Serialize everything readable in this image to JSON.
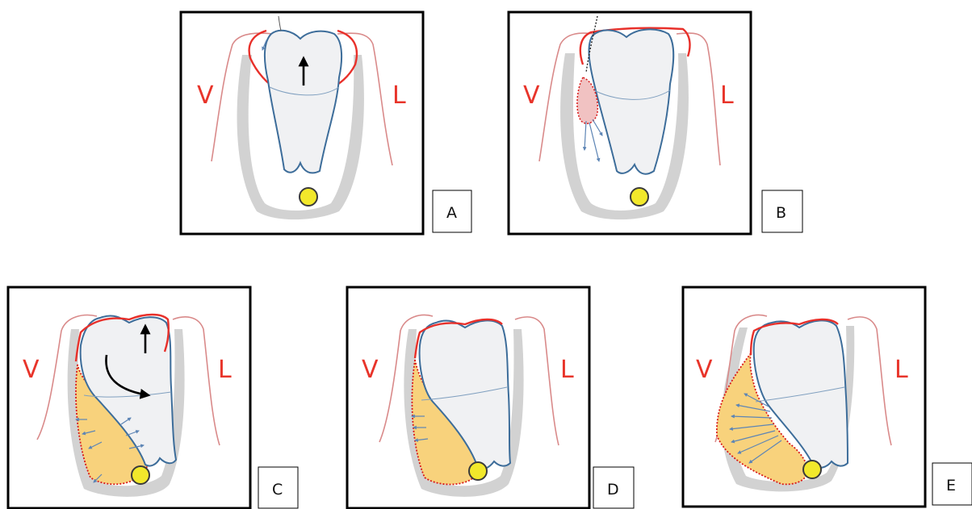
{
  "sides": {
    "vestibular": "V",
    "lingual": "L"
  },
  "panels": [
    {
      "id": "A",
      "label": "A",
      "tooth_motion": "extrusion"
    },
    {
      "id": "B",
      "label": "B",
      "tooth_motion": "none"
    },
    {
      "id": "C",
      "label": "C",
      "tooth_motion": "extrusion-rotation"
    },
    {
      "id": "D",
      "label": "D",
      "tooth_motion": "none"
    },
    {
      "id": "E",
      "label": "E",
      "tooth_motion": "none"
    }
  ],
  "colors": {
    "frame": "#000000",
    "side_text": "#e8342a",
    "gingiva": "#d98a8a",
    "bone": "#d2d2d2",
    "tooth_fill": "#f0f1f3",
    "tooth_outline": "#3d6d9a",
    "attachment_line": "#e8302a",
    "nerve": "#f2e82b",
    "lesion_fill": "#f8d27c",
    "lesion_border": "#d81a1a"
  },
  "icons": {
    "nerve": "yellow-circle",
    "extrusion": "up-arrow",
    "rotation": "curved-arrow"
  }
}
